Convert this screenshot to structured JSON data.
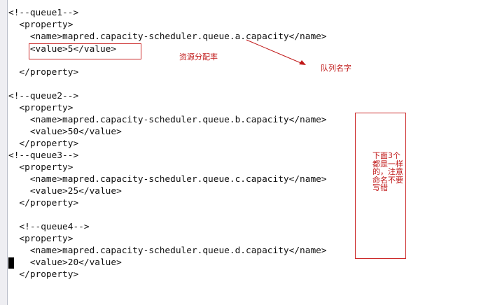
{
  "editor": {
    "lines": [
      "<!--queue1-->",
      "  <property>",
      "    <name>mapred.capacity-scheduler.queue.a.capacity</name>",
      "    <value>5</value>",
      "",
      "  </property>",
      "",
      "<!--queue2-->",
      "  <property>",
      "    <name>mapred.capacity-scheduler.queue.b.capacity</name>",
      "    <value>50</value>",
      "  </property>",
      "<!--queue3-->",
      "  <property>",
      "    <name>mapred.capacity-scheduler.queue.c.capacity</name>",
      "    <value>25</value>",
      "  </property>",
      "",
      "  <!--queue4-->",
      "  <property>",
      "    <name>mapred.capacity-scheduler.queue.d.capacity</name>",
      "    <value>20</value>",
      "  </property>"
    ]
  },
  "annotations": {
    "resource_ratio": "资源分配率",
    "queue_name": "队列名字",
    "note": "下面3个都是一样的，注意命名不要写错",
    "color": "#c01818"
  }
}
